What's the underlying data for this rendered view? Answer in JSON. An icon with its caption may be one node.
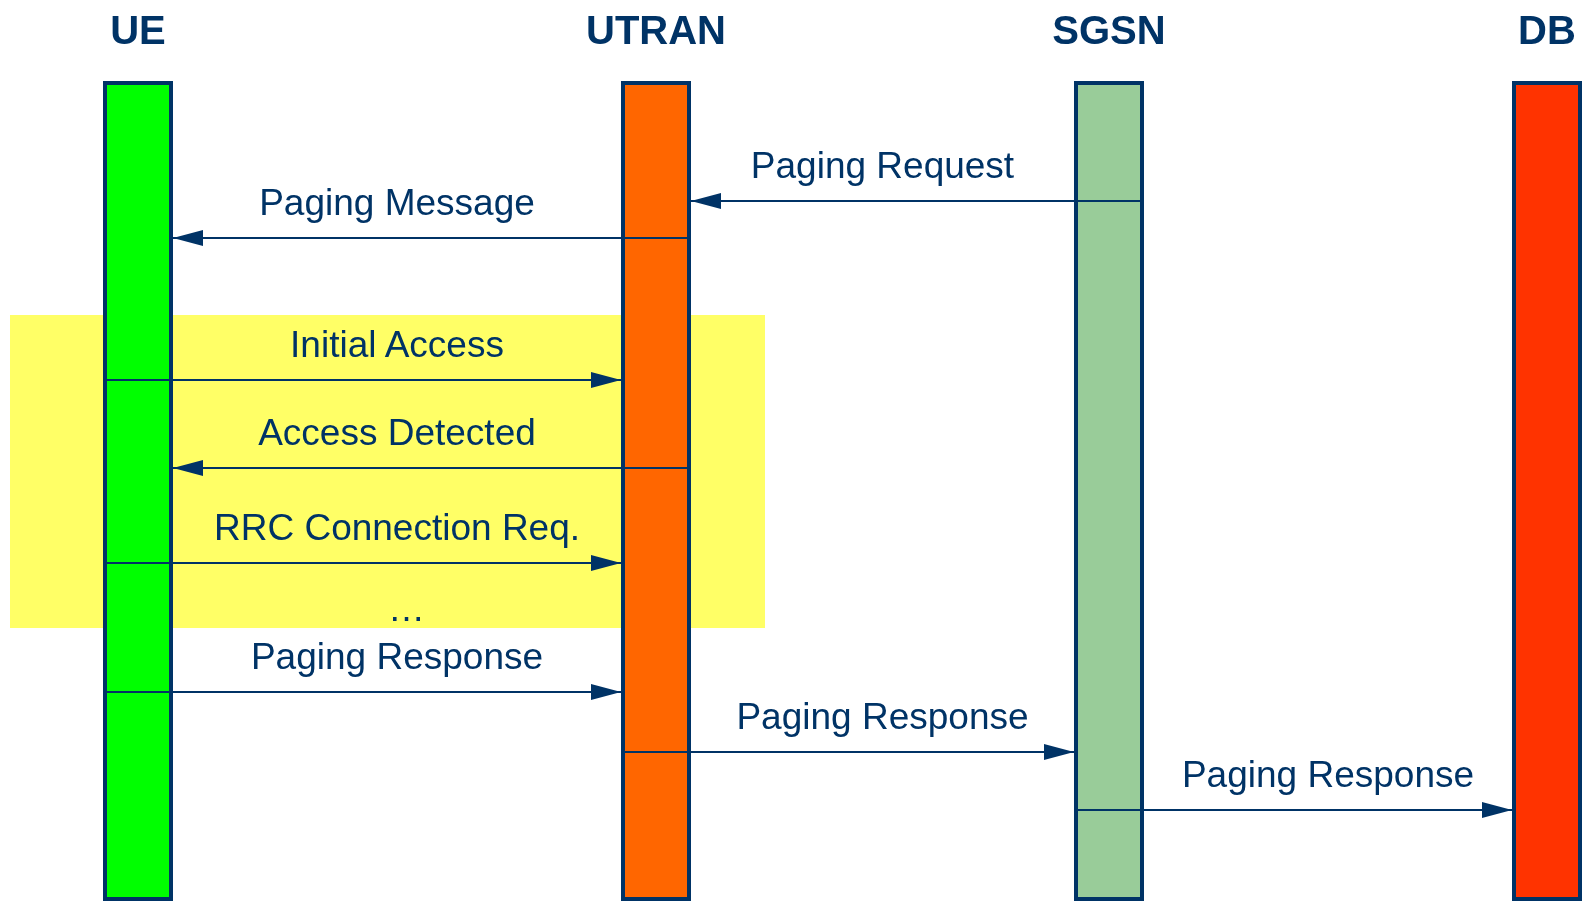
{
  "diagram": {
    "nodes": [
      {
        "text": [
          "UE"
        ]
      },
      {
        "text": [
          "UTRAN"
        ]
      },
      {
        "text": [
          "SGSN"
        ]
      },
      {
        "text": [
          "DB"
        ]
      }
    ],
    "edges": [
      {
        "from": 2,
        "to": 1,
        "arrow": "to",
        "label": "Paging Request"
      },
      {
        "from": 1,
        "to": 0,
        "arrow": "to",
        "label": "Paging Message"
      },
      {
        "from": 0,
        "to": 1,
        "arrow": "to",
        "label": "Initial Access"
      },
      {
        "from": 1,
        "to": 0,
        "arrow": "to",
        "label": "Access Detected"
      },
      {
        "from": 0,
        "to": 1,
        "arrow": "to",
        "label": "RRC Connection Req."
      },
      {
        "from": 0,
        "to": 1,
        "arrow": "to",
        "label": "Paging Response"
      },
      {
        "from": 1,
        "to": 2,
        "arrow": "to",
        "label": "Paging Response"
      },
      {
        "from": 2,
        "to": 3,
        "arrow": "to",
        "label": "Paging Response"
      }
    ],
    "labels": [
      "…"
    ]
  }
}
